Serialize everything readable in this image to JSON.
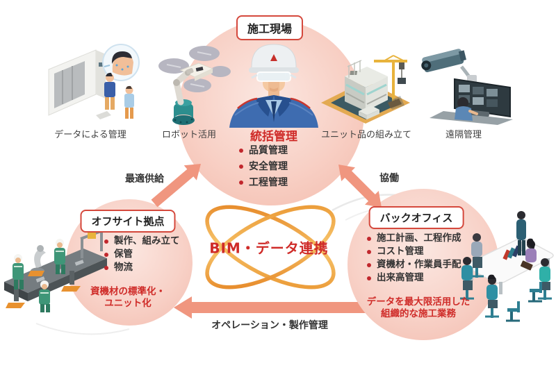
{
  "nodes": {
    "site": {
      "label": "施工現場",
      "heading": "統括管理",
      "bullets": [
        "品質管理",
        "安全管理",
        "工程管理"
      ]
    },
    "offsite": {
      "label": "オフサイト拠点",
      "bullets": [
        "製作、組み立て",
        "保管",
        "物流"
      ],
      "highlight_line1": "資機材の標準化・",
      "highlight_line2": "ユニット化"
    },
    "backoffice": {
      "label": "バックオフィス",
      "bullets": [
        "施工計画、工程作成",
        "コスト管理",
        "資機材・作業員手配",
        "出来高管理"
      ],
      "highlight_line1": "データを最大限活用した",
      "highlight_line2": "組織的な施工業務"
    }
  },
  "center": {
    "label": "BIM・データ連携"
  },
  "arrows": {
    "supply": "最適供給",
    "collaboration": "協働",
    "operation": "オペレーション・製作管理"
  },
  "captions": {
    "data_management": "データによる管理",
    "robot": "ロボット活用",
    "unit_assembly": "ユニット品の組み立て",
    "remote": "遠隔管理"
  },
  "colors": {
    "accent_red": "#cf2b28",
    "border_red": "#d5483c",
    "circle_pink": "#f5c4b7",
    "arrow_salmon": "#f0967f",
    "orbit_orange": "#e8861f",
    "text_dark": "#333333"
  }
}
